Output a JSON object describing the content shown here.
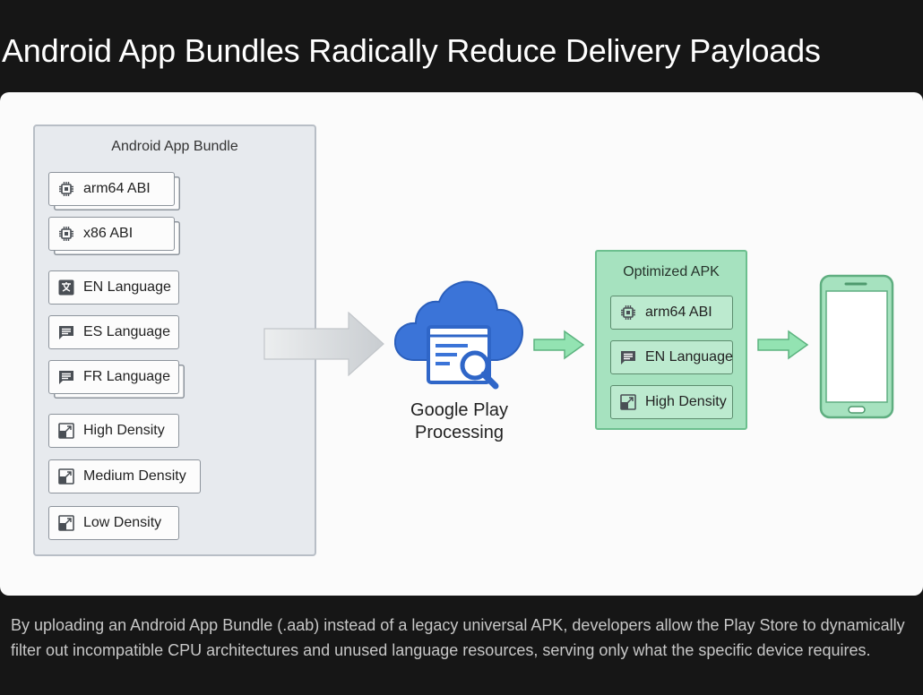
{
  "title": "Android App Bundles Radically Reduce Delivery Payloads",
  "bundle": {
    "title": "Android App Bundle",
    "items": [
      {
        "label": "arm64 ABI",
        "icon": "chip-icon"
      },
      {
        "label": "x86 ABI",
        "icon": "chip-icon"
      },
      {
        "label": "EN Language",
        "icon": "translate-icon"
      },
      {
        "label": "ES Language",
        "icon": "message-icon"
      },
      {
        "label": "FR Language",
        "icon": "message-icon"
      },
      {
        "label": "High Density",
        "icon": "density-icon"
      },
      {
        "label": "Medium Density",
        "icon": "density-icon"
      },
      {
        "label": "Low Density",
        "icon": "density-icon"
      }
    ]
  },
  "processing": {
    "line1": "Google Play",
    "line2": "Processing",
    "icon": "cloud-search-icon"
  },
  "apk": {
    "title": "Optimized APK",
    "items": [
      {
        "label": "arm64 ABI",
        "icon": "chip-icon"
      },
      {
        "label": "EN Language",
        "icon": "message-icon"
      },
      {
        "label": "High Density",
        "icon": "density-icon"
      }
    ]
  },
  "device": {
    "icon": "phone-icon"
  },
  "caption": "By uploading an Android App Bundle (.aab) instead of a legacy universal APK, developers allow the Play Store to dynamically filter out incompatible CPU architectures and unused language resources, serving only what the specific device requires.",
  "colors": {
    "background": "#161616",
    "canvas": "#fbfbfb",
    "bundle_panel": "#e7eaee",
    "apk_panel": "#a6e2bf",
    "cloud_blue": "#3b74d8",
    "arrow_green": "#8fe0ad"
  }
}
